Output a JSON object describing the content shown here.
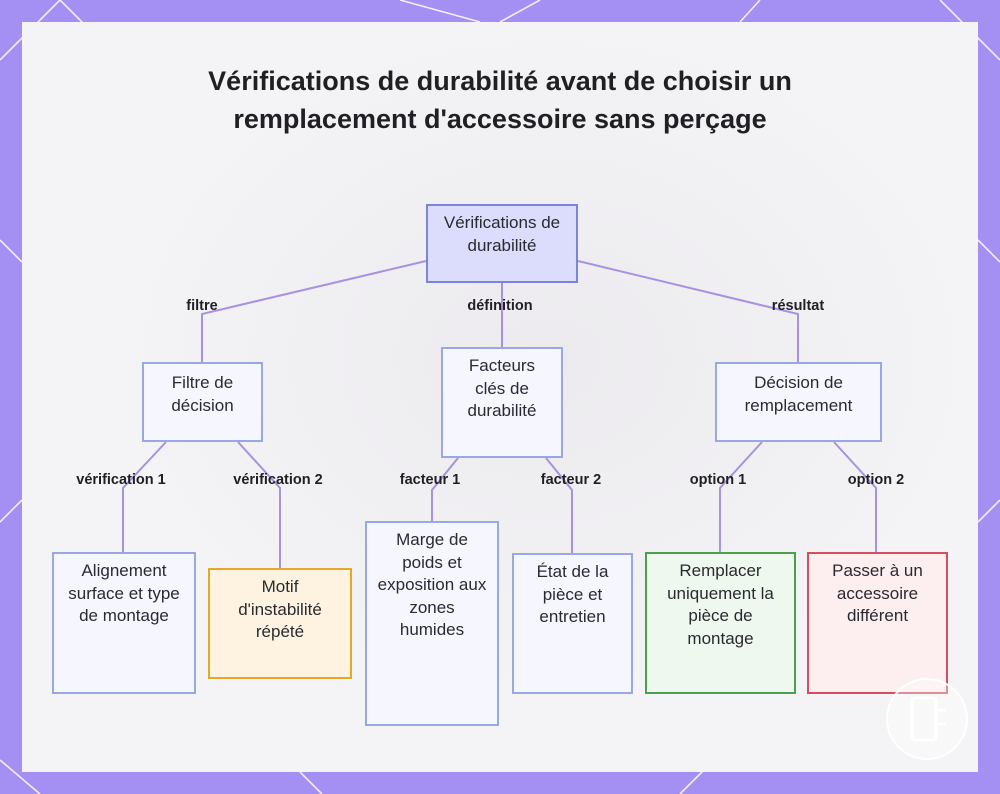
{
  "title": "Vérifications de durabilité avant de choisir un remplacement d'accessoire sans perçage",
  "nodes": {
    "root": "Vérifications de durabilité",
    "filtre": "Filtre de décision",
    "facteurs": "Facteurs clés de durabilité",
    "decision": "Décision de remplacement",
    "alignement": "Alignement surface et type de montage",
    "motif": "Motif d'instabilité répété",
    "marge": "Marge de poids et exposition aux zones humides",
    "etat": "État de la pièce et entretien",
    "remplacer": "Remplacer uniquement la pièce de montage",
    "passer": "Passer à un accessoire différent"
  },
  "edges": {
    "filtre": "filtre",
    "definition": "définition",
    "resultat": "résultat",
    "verification1": "vérification 1",
    "verification2": "vérification 2",
    "facteur1": "facteur 1",
    "facteur2": "facteur 2",
    "option1": "option 1",
    "option2": "option 2"
  },
  "colors": {
    "frame": "#a48ff3",
    "line": "#a892e0",
    "root_fill": "#dcdcfd",
    "node_border": "#9aa8e2",
    "yellow_border": "#e4a82c",
    "green_border": "#4aa04e",
    "red_border": "#d0505f"
  }
}
